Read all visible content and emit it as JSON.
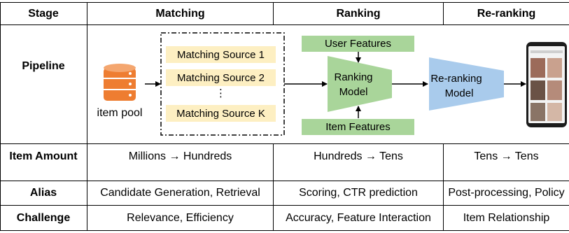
{
  "header": {
    "stage": "Stage",
    "matching": "Matching",
    "ranking": "Ranking",
    "reranking": "Re-ranking"
  },
  "rows": {
    "pipeline": "Pipeline",
    "item_amount": {
      "label": "Item Amount",
      "matching": "Millions → Hundreds",
      "ranking": "Hundreds → Tens",
      "reranking": "Tens → Tens"
    },
    "alias": {
      "label": "Alias",
      "matching": "Candidate Generation, Retrieval",
      "ranking": "Scoring, CTR prediction",
      "reranking": "Post-processing, Policy"
    },
    "challenge": {
      "label": "Challenge",
      "matching": "Relevance, Efficiency",
      "ranking": "Accuracy, Feature Interaction",
      "reranking": "Item Relationship"
    }
  },
  "pipeline": {
    "item_pool": "item pool",
    "sources": [
      "Matching Source 1",
      "Matching Source 2",
      "Matching Source K"
    ],
    "ellipsis": "⋮",
    "user_features": "User Features",
    "item_features": "Item Features",
    "ranking_model": [
      "Ranking",
      "Model"
    ],
    "reranking_model": [
      "Re-ranking",
      "Model"
    ]
  },
  "colors": {
    "database": "#ee7d31",
    "source_fill": "#fdefc2",
    "ranking_fill": "#a9d59a",
    "reranking_fill": "#a9cbec"
  }
}
